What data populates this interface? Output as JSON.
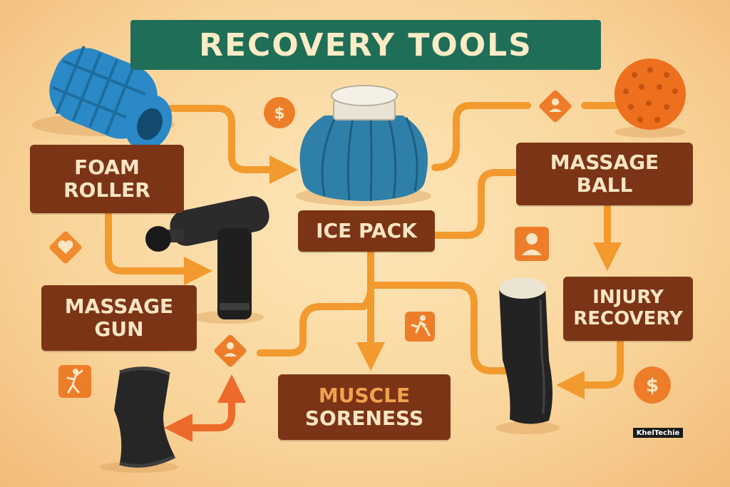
{
  "title": "RECOVERY TOOLS",
  "labels": {
    "foam_roller": [
      "FOAM",
      "ROLLER"
    ],
    "massage_ball": [
      "MASSAGE",
      "BALL"
    ],
    "ice_pack": [
      "ICE PACK"
    ],
    "massage_gun": [
      "MASSAGE",
      "GUN"
    ],
    "injury_recovery": [
      "INJURY",
      "RECOVERY"
    ],
    "muscle_soreness": [
      "MUSCLE",
      "SORENESS"
    ]
  },
  "watermark": "KhelTechie",
  "colors": {
    "banner": "#1f6e57",
    "label_box": "#7c3416",
    "arrow": "#f29a2e",
    "accent": "#ee7d2a"
  },
  "icons": [
    "dollar-icon",
    "person-icon",
    "heart-icon",
    "runner-icon",
    "dancer-icon"
  ]
}
